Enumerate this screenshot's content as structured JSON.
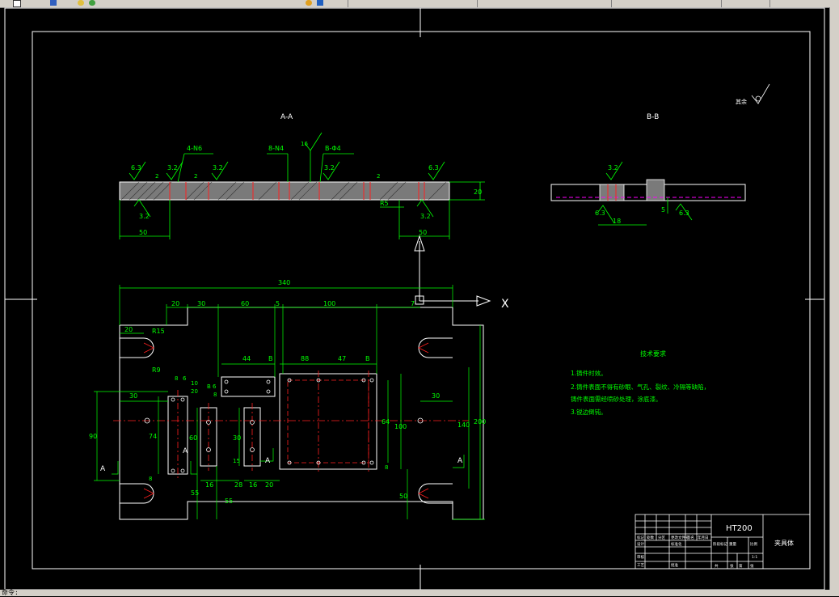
{
  "status": {
    "prompt": "命令: "
  },
  "section_aa": {
    "title": "A-A",
    "labels": [
      "6.3",
      "3.2",
      "4-N6",
      "3.2",
      "8-N4",
      "16",
      "B-Φ4",
      "3.2",
      "6.3",
      "20",
      "3.2",
      "50",
      "R5",
      "3.2",
      "50",
      "2",
      "2",
      "2"
    ]
  },
  "section_bb": {
    "title": "B-B",
    "labels": [
      "3.2",
      "6.3",
      "18",
      "5",
      "6.3"
    ]
  },
  "finish_note": {
    "label": "其余"
  },
  "plan": {
    "dims": {
      "overall": "340",
      "d20a": "20",
      "d30a": "30",
      "d60": "60",
      "d5": "5",
      "d100": "100",
      "d7": "7",
      "d20b": "20",
      "r15": "R15",
      "r9": "R9",
      "d8a": "8",
      "d6": "6",
      "d44": "44",
      "dB1": "B",
      "d88": "88",
      "d47": "47",
      "dB2": "B",
      "d30b": "30",
      "d30c": "30",
      "d90": "90",
      "d74": "74",
      "d60b": "60",
      "d30d": "30",
      "d15": "15",
      "d64": "64",
      "d100b": "100",
      "d140": "140",
      "d200": "200",
      "d8b": "8",
      "d8c": "8",
      "d16a": "16",
      "d28": "28",
      "d16b": "16",
      "d20c": "20",
      "d55a": "55",
      "d55b": "55",
      "d50": "50",
      "d10": "10",
      "d20d": "20",
      "b6": "B 6",
      "d8d": "8"
    },
    "section_marks": [
      "A",
      "A",
      "A",
      "A"
    ],
    "axis_x": "X"
  },
  "tech_req": {
    "title": "技术要求",
    "items": [
      "1.铸件时效。",
      "2.铸件表面不得有砂眼、气孔、裂纹、冷隔等缺陷，",
      "铸件表面需经喷砂处理，涂底漆。",
      "3.锐边倒钝。"
    ]
  },
  "title_block": {
    "material": "HT200",
    "part_name": "夹具体",
    "cells": [
      "标记",
      "处数",
      "分区",
      "更改文件号",
      "签名",
      "年月日",
      "设计",
      "标准化",
      "阶段标记",
      "重量",
      "比例",
      "审核",
      "工艺",
      "批准",
      "共",
      "张",
      "第",
      "张",
      "1:1"
    ]
  },
  "colors": {
    "green": "#00ff00",
    "white": "#ffffff",
    "red": "#ff2020",
    "cyan": "#00c0c0",
    "magenta": "#ff00ff",
    "background": "#000000"
  }
}
